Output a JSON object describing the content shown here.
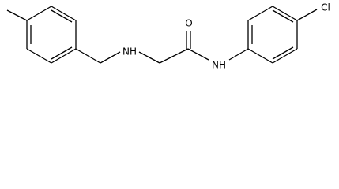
{
  "molecule": {
    "atoms": {
      "nh_amine": "NH",
      "o_carbonyl": "O",
      "nh_amide": "NH",
      "cl": "Cl"
    },
    "colors": {
      "bond": "#000000",
      "label": "#000000",
      "background": "#ffffff"
    }
  }
}
